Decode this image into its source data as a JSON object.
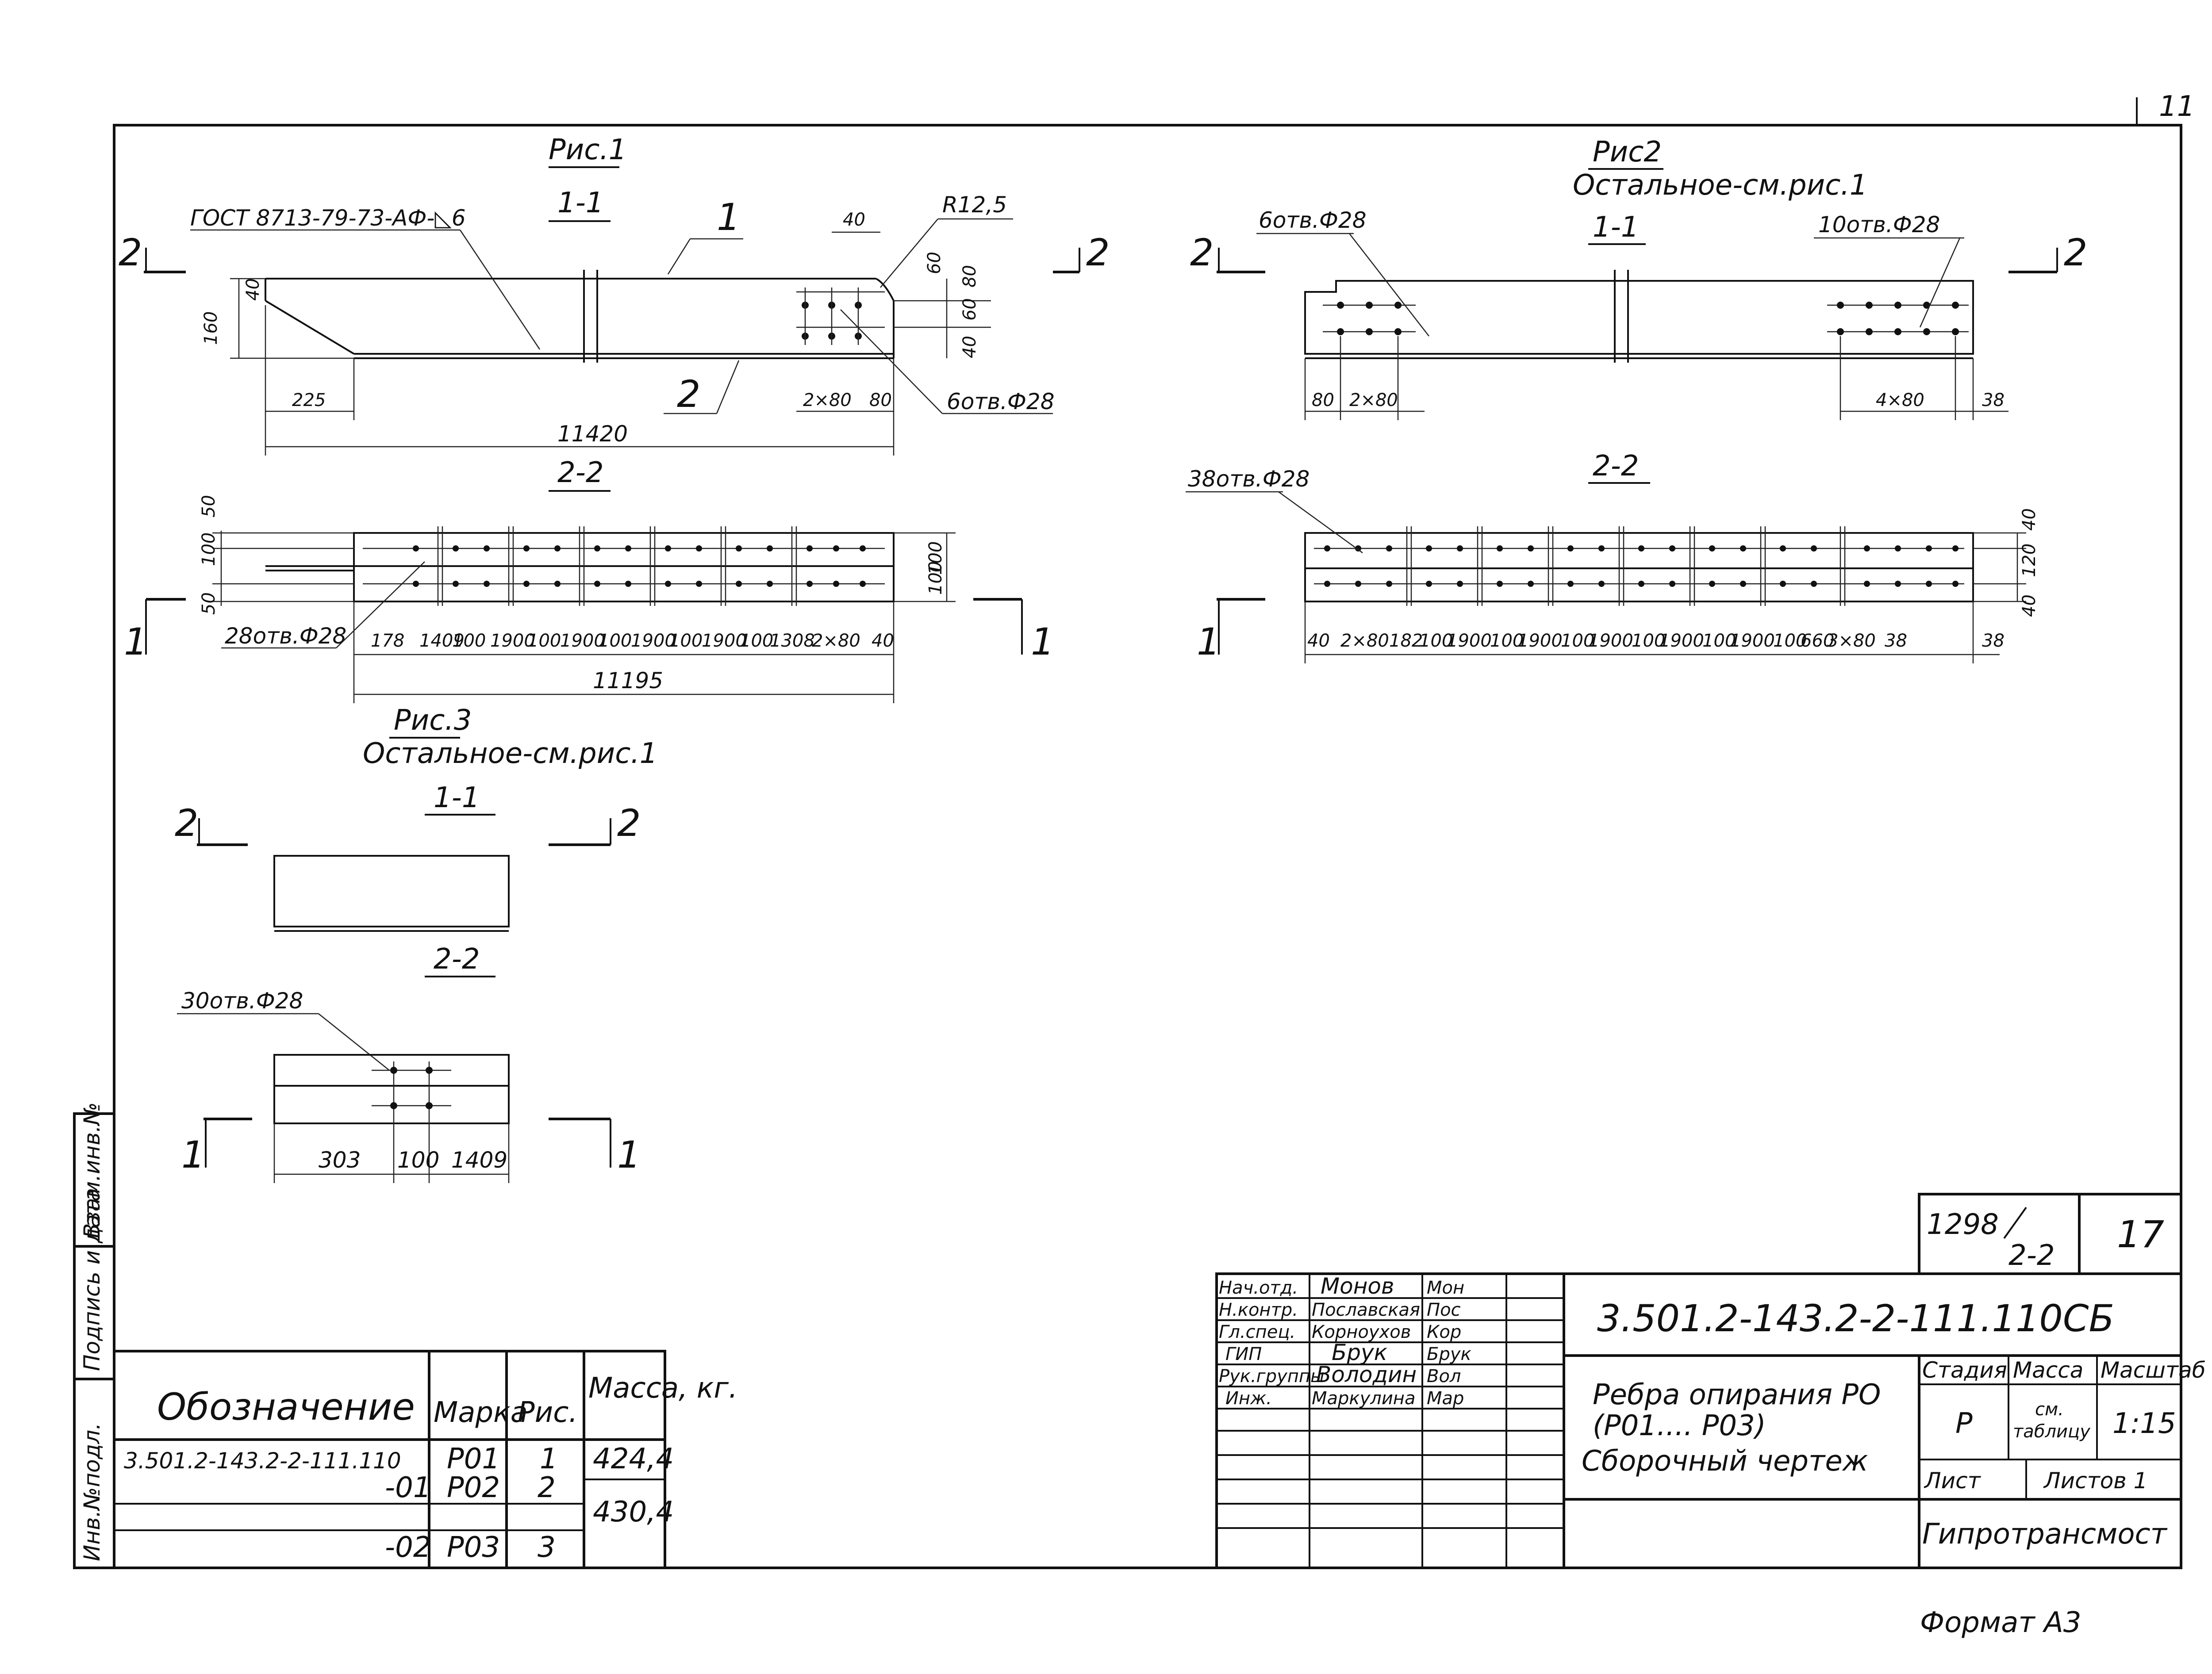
{
  "sheet": {
    "corner_number": "11",
    "format": "Формат А3"
  },
  "fig1": {
    "title": "Рис.1",
    "section_11": "1-1",
    "section_22": "2-2",
    "gost": "ГОСТ 8713-79-73-АФ-◺6",
    "callout_1": "1",
    "callout_2": "2",
    "radius": "R12,5",
    "holes_top": "6отв.Ф28",
    "holes_bottom": "28отв.Ф28",
    "cut_2": "2",
    "cut_1": "1",
    "dims_top": [
      "40",
      "40",
      "60",
      "80",
      "60",
      "40",
      "160",
      "225",
      "2×80",
      "80",
      "11420"
    ],
    "dims_22_left": [
      "50",
      "100",
      "50"
    ],
    "dims_22_right": [
      "100",
      "100"
    ],
    "dims_22_bottom": [
      "178",
      "1409",
      "100",
      "1900",
      "100",
      "1900",
      "100",
      "1900",
      "100",
      "1900",
      "100",
      "1308",
      "2×80",
      "40"
    ],
    "dim_22_total": "11195"
  },
  "fig2": {
    "title": "Рис2",
    "subtitle": "Остальное-см.рис.1",
    "section_11": "1-1",
    "section_22": "2-2",
    "holes_left": "6отв.Ф28",
    "holes_right": "10отв.Ф28",
    "holes_22": "38отв.Ф28",
    "cut_2": "2",
    "cut_1": "1",
    "dims_top": [
      "80",
      "2×80",
      "4×80",
      "38"
    ],
    "dims_22_right": [
      "40",
      "120",
      "40"
    ],
    "dims_22_bottom": [
      "40",
      "2×80",
      "182",
      "100",
      "1900",
      "100",
      "1900",
      "100",
      "1900",
      "100",
      "1900",
      "100",
      "1900",
      "100",
      "660",
      "3×80",
      "38"
    ]
  },
  "fig3": {
    "title": "Рис.3",
    "subtitle": "Остальное-см.рис.1",
    "section_11": "1-1",
    "section_22": "2-2",
    "holes": "30отв.Ф28",
    "cut_2": "2",
    "cut_1": "1",
    "dims": [
      "303",
      "100",
      "1409"
    ]
  },
  "spec_table": {
    "headers": [
      "Обозначение",
      "Марка",
      "Рис.",
      "Масса, кг."
    ],
    "rows": [
      {
        "designation": "3.501.2-143.2-2-111.110",
        "mark": "Р01",
        "fig": "1",
        "mass": "424,4"
      },
      {
        "designation": "-01",
        "mark": "Р02",
        "fig": "2",
        "mass": "430,4"
      },
      {
        "designation": "-02",
        "mark": "Р03",
        "fig": "3",
        "mass": ""
      }
    ]
  },
  "side_stamp": [
    "Инв.№подл.",
    "Подпись и дата",
    "Взам.инв.№"
  ],
  "title_block": {
    "album": "1298",
    "album_part": "2-2",
    "sheet_no": "17",
    "code": "3.501.2-143.2-2-111.110СБ",
    "name_line1": "Ребра опирания РО",
    "name_line2": "(Р01.... Р03)",
    "name_line3": "Сборочный чертеж",
    "stage_label": "Стадия",
    "mass_label": "Масса",
    "scale_label": "Масштаб",
    "stage": "Р",
    "mass_value_1": "см.",
    "mass_value_2": "таблицу",
    "scale": "1:15",
    "sheet_label": "Лист",
    "sheets_label": "Листов 1",
    "organization": "Гипротрансмост",
    "roles": [
      {
        "role": "Нач.отд.",
        "name": "Монов",
        "sign": "Мон"
      },
      {
        "role": "Н.контр.",
        "name": "Пославская",
        "sign": "Пос"
      },
      {
        "role": "Гл.спец.",
        "name": "Корноухов",
        "sign": "Кор"
      },
      {
        "role": "ГИП",
        "name": "Брук",
        "sign": "Брук"
      },
      {
        "role": "Рук.группы",
        "name": "Володин",
        "sign": "Вол"
      },
      {
        "role": "Инж.",
        "name": "Маркулина",
        "sign": "Мар"
      }
    ]
  }
}
